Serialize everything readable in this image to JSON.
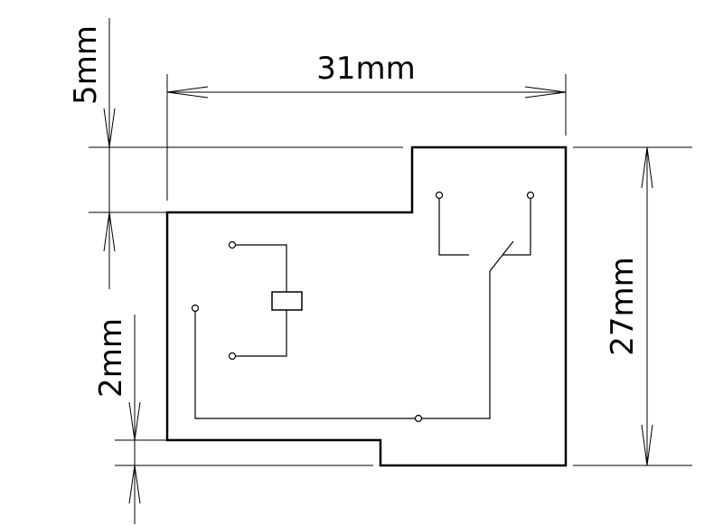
{
  "diagram": {
    "dimensions": {
      "width_label": "31mm",
      "height_label": "27mm",
      "top_step_label": "5mm",
      "bottom_step_label": "2mm"
    }
  }
}
